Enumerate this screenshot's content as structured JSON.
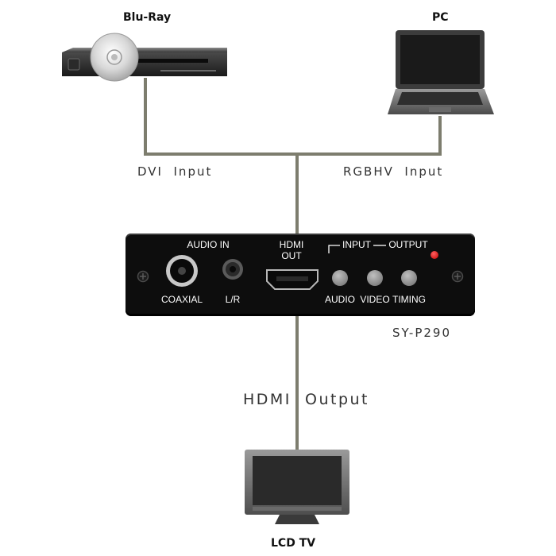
{
  "devices": {
    "bluray_label": "Blu-Ray",
    "pc_label": "PC",
    "tv_label": "LCD TV"
  },
  "connections": {
    "dvi_input": "DVI  Input",
    "rgbhv_input": "RGBHV  Input",
    "hdmi_output": "HDMI  Output"
  },
  "converter": {
    "model": "SY-P290",
    "audio_in": "AUDIO IN",
    "coaxial": "COAXIAL",
    "lr": "L/R",
    "hdmi_out_line1": "HDMI",
    "hdmi_out_line2": "OUT",
    "input_group": "INPUT",
    "output_group": "OUTPUT",
    "btn_audio": "AUDIO",
    "btn_video": "VIDEO",
    "btn_timing": "TIMING"
  },
  "colors": {
    "wire": "#7d7d6e",
    "panel": "#0d0d0d",
    "led": "#e01010"
  }
}
